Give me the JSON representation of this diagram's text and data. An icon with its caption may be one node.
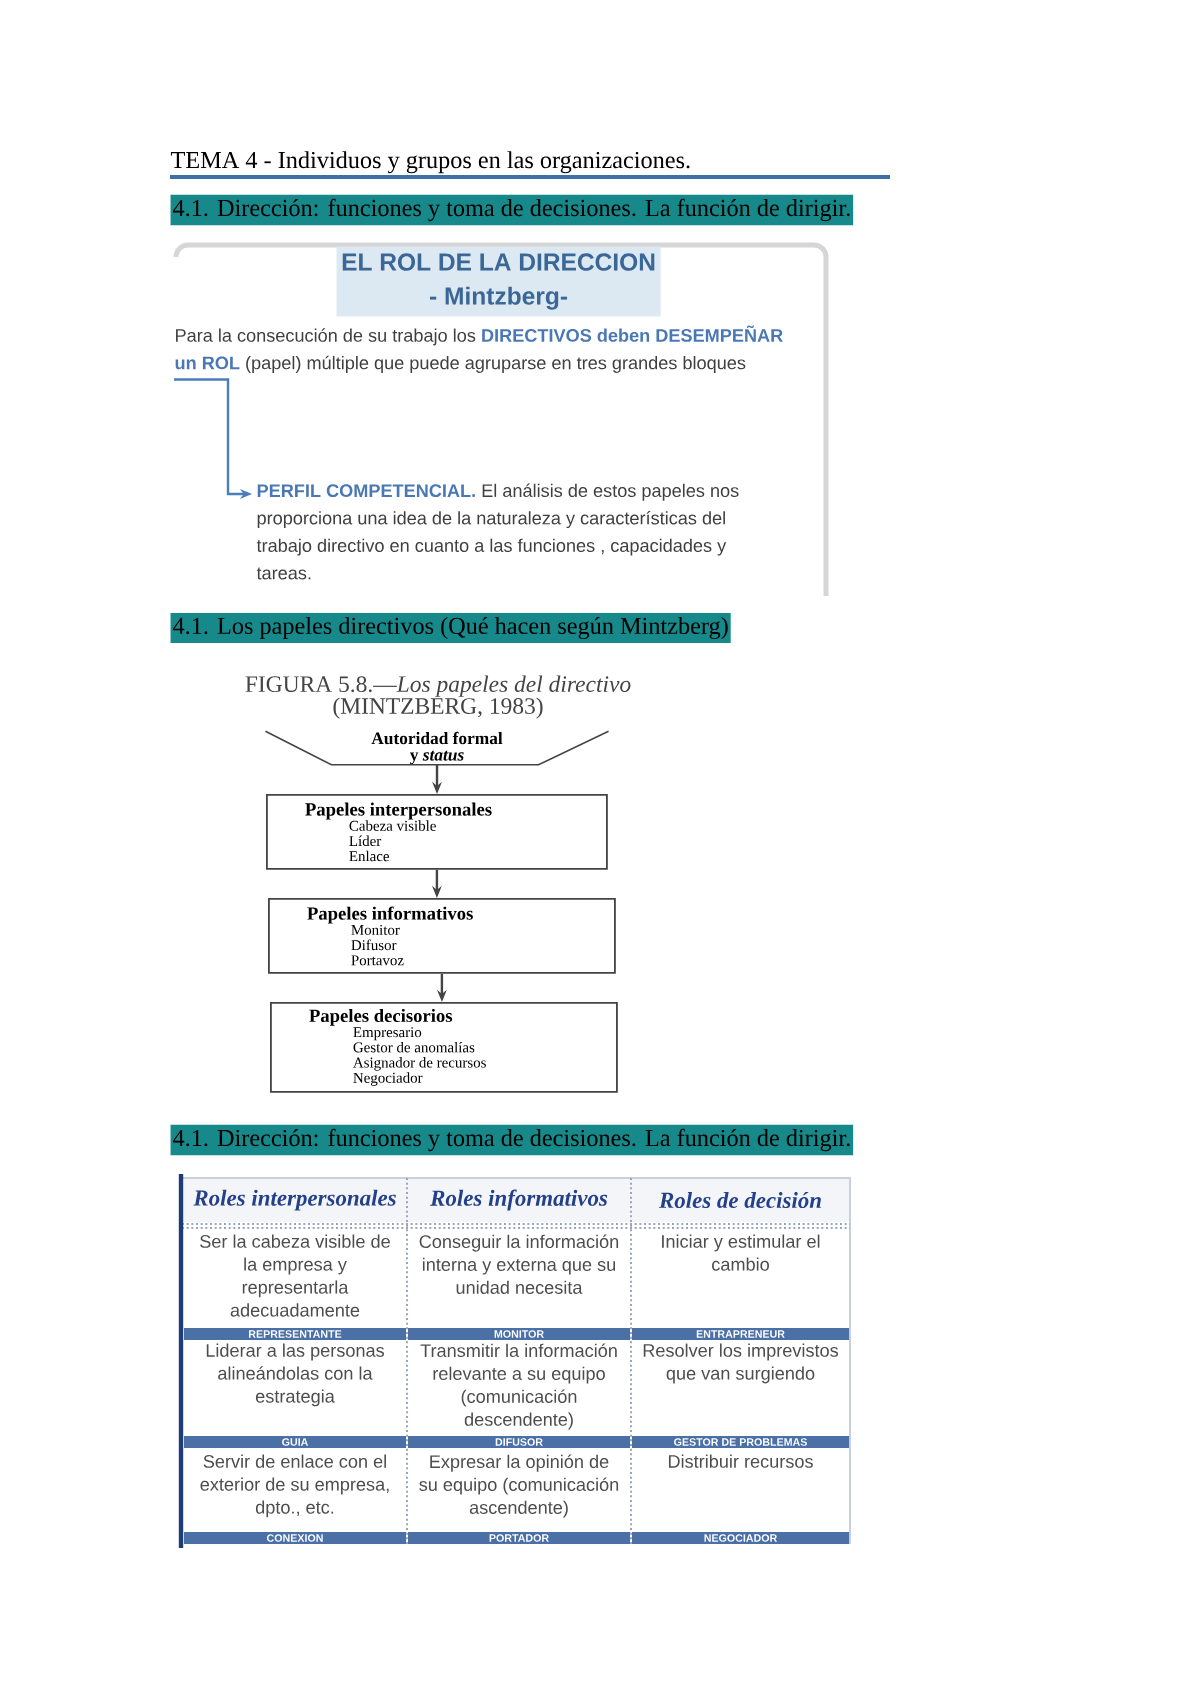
{
  "diagram": {
    "title": "TEMA 4 - Individuos y grupos en las organizaciones.",
    "nodes": [
      {
        "text": [
          "4.1. Dirección: funciones y toma de decisiones. La función de dirigir."
        ]
      },
      {
        "text": [
          "EL ROL DE LA DIRECCION",
          "- Mintzberg-"
        ]
      },
      {
        "text": [
          "Para la consecución de su trabajo los **DIRECTIVOS deben DESEMPEÑAR un ROL** (papel) múltiple que puede agruparse en tres grandes bloques"
        ]
      },
      {
        "text": [
          "**PERFIL COMPETENCIAL.** El análisis de estos papeles nos proporciona una idea de la naturaleza y características del trabajo directivo en cuanto a las funciones , capacidades y tareas."
        ]
      },
      {
        "text": [
          "4.1. Los papeles directivos (Qué hacen según Mintzberg)"
        ]
      },
      {
        "text": [
          "Autoridad formal y *status*"
        ]
      },
      {
        "text": [
          "Papeles interpersonales",
          "Cabeza visible",
          "Líder",
          "Enlace"
        ]
      },
      {
        "text": [
          "Papeles informativos",
          "Monitor",
          "Difusor",
          "Portavoz"
        ]
      },
      {
        "text": [
          "Papeles decisorios",
          "Empresario",
          "Gestor de anomalías",
          "Asignador de recursos",
          "Negociador"
        ]
      },
      {
        "text": [
          "4.1. Dirección: funciones y toma de decisiones. La función de dirigir."
        ]
      }
    ],
    "edges": [
      {
        "from": 2,
        "to": 3,
        "arrow": "to",
        "color": "#4a7ebb"
      },
      {
        "from": 5,
        "to": 6,
        "arrow": "to"
      },
      {
        "from": 6,
        "to": 7,
        "arrow": "to"
      },
      {
        "from": 7,
        "to": 8,
        "arrow": "to"
      }
    ],
    "labels": [
      "FIGURA 5.8.—*Los papeles del directivo* (MINTZBERG, 1983)",
      "Roles interpersonales",
      "Roles informativos",
      "Roles de decisión",
      "Ser la cabeza visible de la empresa y representarla adecuadamente",
      "Conseguir la información interna y externa que su unidad necesita",
      "Iniciar y estimular el cambio",
      "REPRESENTANTE",
      "MONITOR",
      "ENTRAPRENEUR",
      "Liderar a las personas alineándolas con la estrategia",
      "Transmitir la información relevante a su equipo (comunicación descendente)",
      "Resolver los imprevistos que van surgiendo",
      "GUIA",
      "DIFUSOR",
      "GESTOR DE PROBLEMAS",
      "Servir de enlace con el exterior de su empresa, dpto., etc.",
      "Expresar la opinión de su equipo (comunicación ascendente)",
      "Distribuir recursos",
      "CONEXION",
      "PORTADOR",
      "NEGOCIADOR"
    ]
  }
}
